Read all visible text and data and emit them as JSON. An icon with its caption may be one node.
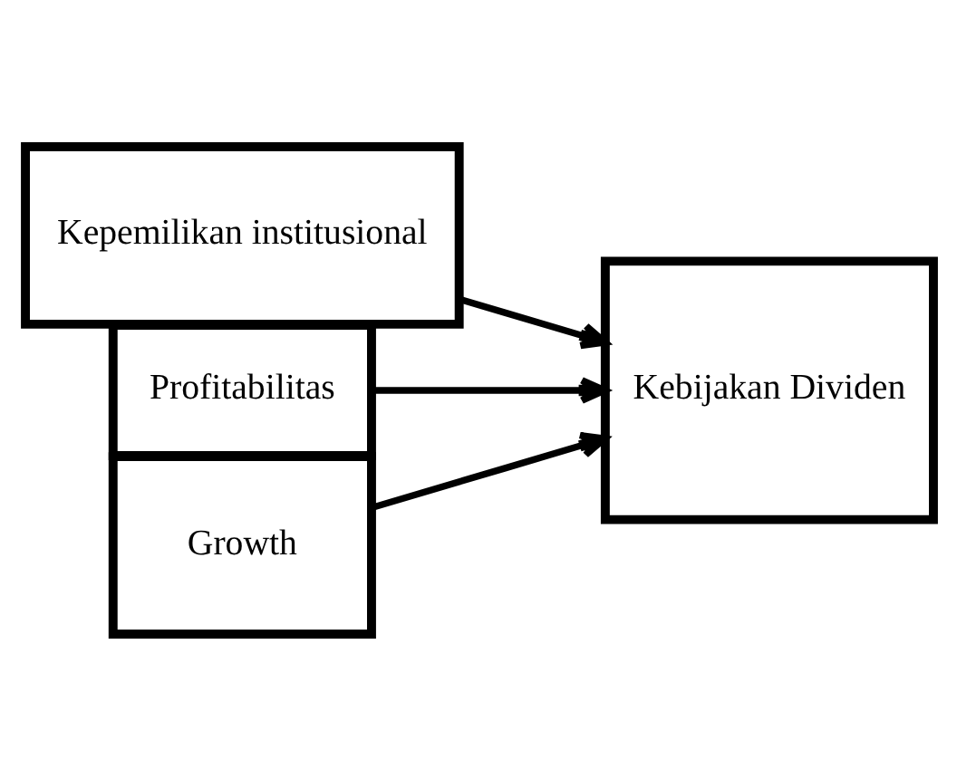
{
  "diagram": {
    "nodes": [
      {
        "text": [
          "Kepemilikan institusional"
        ]
      },
      {
        "text": [
          "Profitabilitas"
        ]
      },
      {
        "text": [
          "Growth"
        ]
      },
      {
        "text": [
          "Kebijakan Dividen"
        ]
      }
    ],
    "edges": [
      {
        "from": 0,
        "to": 3,
        "arrow": "to"
      },
      {
        "from": 1,
        "to": 3,
        "arrow": "to"
      },
      {
        "from": 2,
        "to": 3,
        "arrow": "to"
      }
    ]
  }
}
